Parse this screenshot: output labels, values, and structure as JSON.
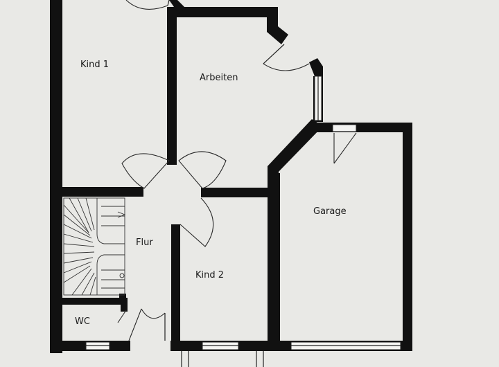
{
  "plan": {
    "rooms": {
      "kind1": "Kind 1",
      "arbeiten": "Arbeiten",
      "garage": "Garage",
      "flur": "Flur",
      "kind2": "Kind 2",
      "wc": "WC"
    },
    "colors": {
      "paper": "#e9e9e6",
      "wall": "#111111"
    }
  }
}
